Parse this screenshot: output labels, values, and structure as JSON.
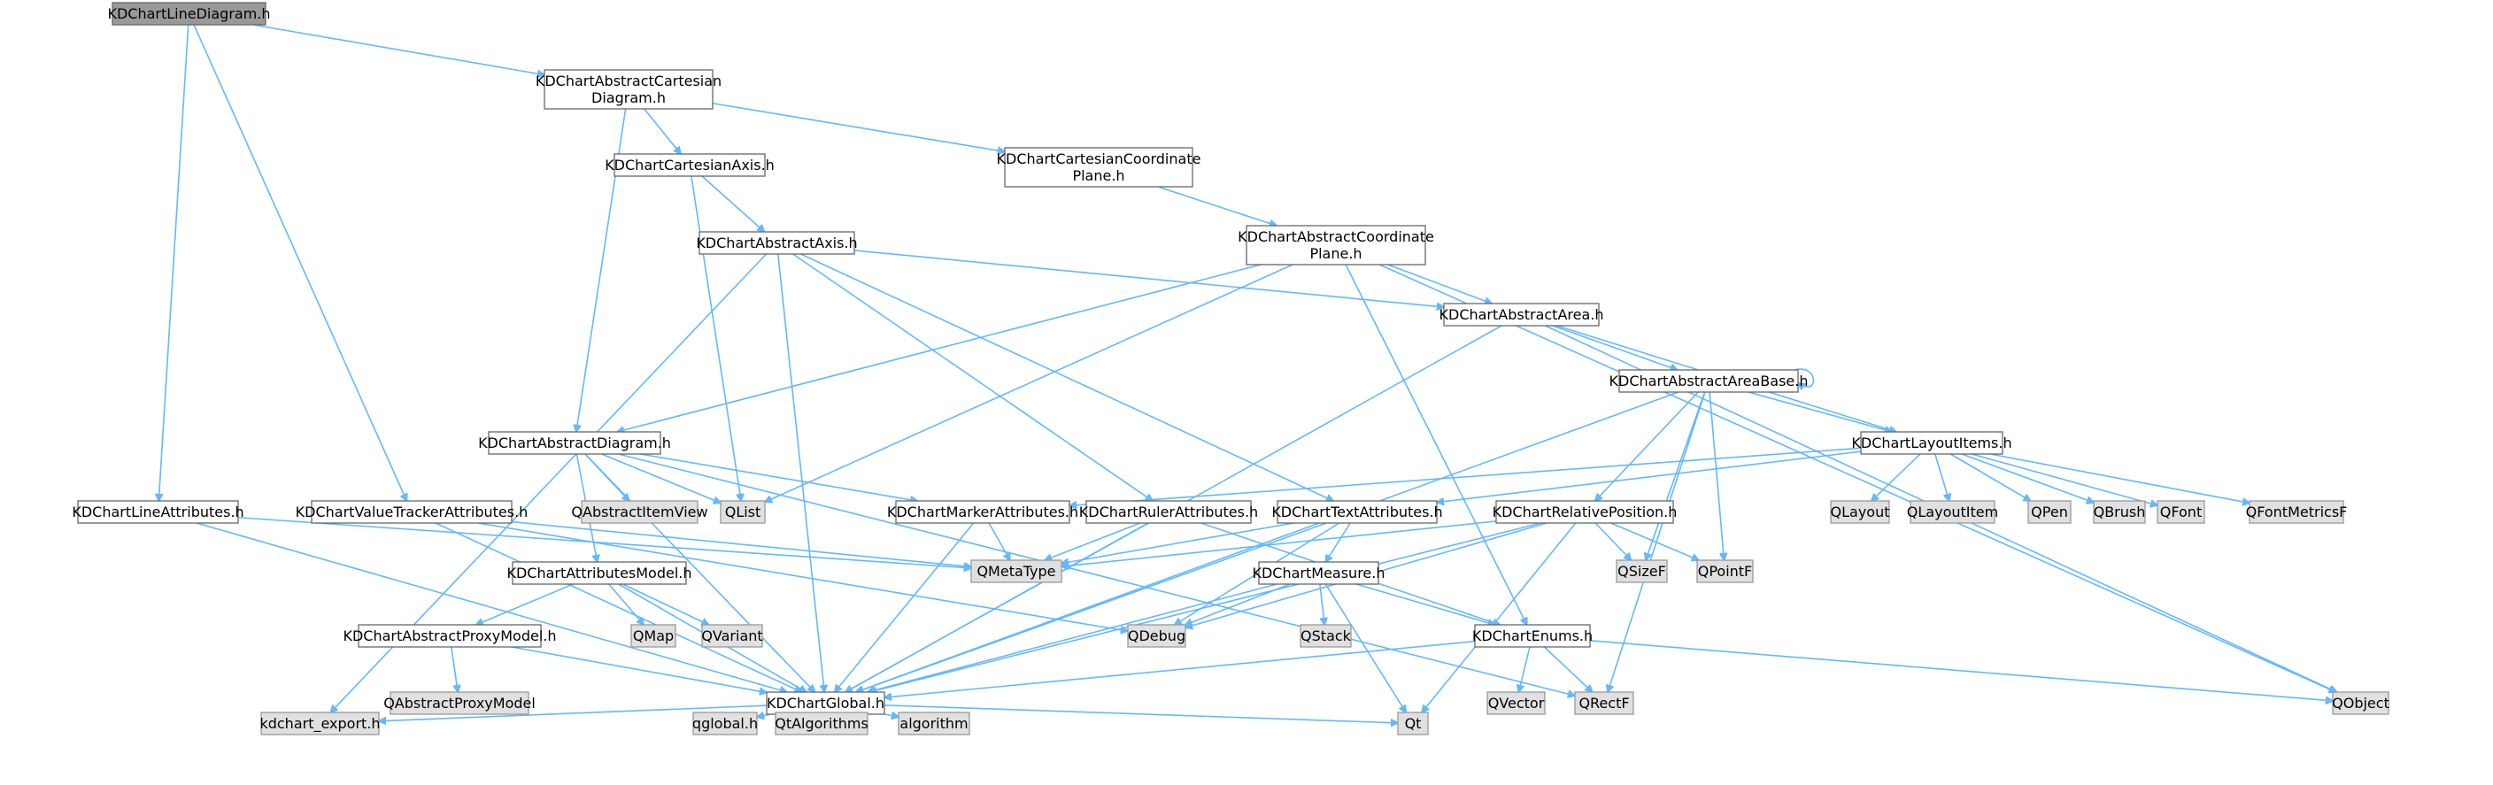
{
  "diagram": {
    "node_style": {
      "root": {
        "fill": "#999999",
        "stroke": "#666666"
      },
      "header": {
        "fill": "#ffffff",
        "stroke": "#666666"
      },
      "external": {
        "fill": "#e0e0e0",
        "stroke": "#999999"
      }
    },
    "edge_color": "#63b8ff",
    "nodes": [
      {
        "id": "root",
        "kind": "root",
        "lines": [
          "KDChartLineDiagram.h"
        ]
      },
      {
        "id": "acd",
        "kind": "header",
        "lines": [
          "KDChartAbstractCartesian",
          "Diagram.h"
        ]
      },
      {
        "id": "cax",
        "kind": "header",
        "lines": [
          "KDChartCartesianAxis.h"
        ]
      },
      {
        "id": "ccp",
        "kind": "header",
        "lines": [
          "KDChartCartesianCoordinate",
          "Plane.h"
        ]
      },
      {
        "id": "aax",
        "kind": "header",
        "lines": [
          "KDChartAbstractAxis.h"
        ]
      },
      {
        "id": "acp",
        "kind": "header",
        "lines": [
          "KDChartAbstractCoordinate",
          "Plane.h"
        ]
      },
      {
        "id": "aar",
        "kind": "header",
        "lines": [
          "KDChartAbstractArea.h"
        ]
      },
      {
        "id": "aab",
        "kind": "header",
        "lines": [
          "KDChartAbstractAreaBase.h"
        ]
      },
      {
        "id": "ad",
        "kind": "header",
        "lines": [
          "KDChartAbstractDiagram.h"
        ]
      },
      {
        "id": "li",
        "kind": "header",
        "lines": [
          "KDChartLayoutItems.h"
        ]
      },
      {
        "id": "la",
        "kind": "header",
        "lines": [
          "KDChartLineAttributes.h"
        ]
      },
      {
        "id": "vta",
        "kind": "header",
        "lines": [
          "KDChartValueTrackerAttributes.h"
        ]
      },
      {
        "id": "qaiv",
        "kind": "external",
        "lines": [
          "QAbstractItemView"
        ]
      },
      {
        "id": "qlist",
        "kind": "external",
        "lines": [
          "QList"
        ]
      },
      {
        "id": "ma",
        "kind": "header",
        "lines": [
          "KDChartMarkerAttributes.h"
        ]
      },
      {
        "id": "ra",
        "kind": "header",
        "lines": [
          "KDChartRulerAttributes.h"
        ]
      },
      {
        "id": "ta",
        "kind": "header",
        "lines": [
          "KDChartTextAttributes.h"
        ]
      },
      {
        "id": "rp",
        "kind": "header",
        "lines": [
          "KDChartRelativePosition.h"
        ]
      },
      {
        "id": "qlayout",
        "kind": "external",
        "lines": [
          "QLayout"
        ]
      },
      {
        "id": "qlayoutitem",
        "kind": "external",
        "lines": [
          "QLayoutItem"
        ]
      },
      {
        "id": "qpen",
        "kind": "external",
        "lines": [
          "QPen"
        ]
      },
      {
        "id": "qbrush",
        "kind": "external",
        "lines": [
          "QBrush"
        ]
      },
      {
        "id": "qfont",
        "kind": "external",
        "lines": [
          "QFont"
        ]
      },
      {
        "id": "qfm",
        "kind": "external",
        "lines": [
          "QFontMetricsF"
        ]
      },
      {
        "id": "am",
        "kind": "header",
        "lines": [
          "KDChartAttributesModel.h"
        ]
      },
      {
        "id": "qmeta",
        "kind": "external",
        "lines": [
          "QMetaType"
        ]
      },
      {
        "id": "qsizef",
        "kind": "external",
        "lines": [
          "QSizeF"
        ]
      },
      {
        "id": "qpointf",
        "kind": "external",
        "lines": [
          "QPointF"
        ]
      },
      {
        "id": "meas",
        "kind": "header",
        "lines": [
          "KDChartMeasure.h"
        ]
      },
      {
        "id": "qmap",
        "kind": "external",
        "lines": [
          "QMap"
        ]
      },
      {
        "id": "qvariant",
        "kind": "external",
        "lines": [
          "QVariant"
        ]
      },
      {
        "id": "apm",
        "kind": "header",
        "lines": [
          "KDChartAbstractProxyModel.h"
        ]
      },
      {
        "id": "qdebug",
        "kind": "external",
        "lines": [
          "QDebug"
        ]
      },
      {
        "id": "qstack",
        "kind": "external",
        "lines": [
          "QStack"
        ]
      },
      {
        "id": "enums",
        "kind": "header",
        "lines": [
          "KDChartEnums.h"
        ]
      },
      {
        "id": "qapm",
        "kind": "external",
        "lines": [
          "QAbstractProxyModel"
        ]
      },
      {
        "id": "global",
        "kind": "header",
        "lines": [
          "KDChartGlobal.h"
        ]
      },
      {
        "id": "qvector",
        "kind": "external",
        "lines": [
          "QVector"
        ]
      },
      {
        "id": "qrectf",
        "kind": "external",
        "lines": [
          "QRectF"
        ]
      },
      {
        "id": "qobject",
        "kind": "external",
        "lines": [
          "QObject"
        ]
      },
      {
        "id": "kexp",
        "kind": "external",
        "lines": [
          "kdchart_export.h"
        ]
      },
      {
        "id": "qglobal",
        "kind": "external",
        "lines": [
          "qglobal.h"
        ]
      },
      {
        "id": "qtalg",
        "kind": "external",
        "lines": [
          "QtAlgorithms"
        ]
      },
      {
        "id": "alg",
        "kind": "external",
        "lines": [
          "algorithm"
        ]
      },
      {
        "id": "qt",
        "kind": "external",
        "lines": [
          "Qt"
        ]
      }
    ],
    "edges": [
      [
        "root",
        "acd"
      ],
      [
        "root",
        "la"
      ],
      [
        "root",
        "vta"
      ],
      [
        "acd",
        "cax"
      ],
      [
        "acd",
        "ccp"
      ],
      [
        "acd",
        "ad"
      ],
      [
        "cax",
        "aax"
      ],
      [
        "cax",
        "qlist"
      ],
      [
        "ccp",
        "acp"
      ],
      [
        "aax",
        "aar"
      ],
      [
        "aax",
        "ra"
      ],
      [
        "aax",
        "ta"
      ],
      [
        "aax",
        "global"
      ],
      [
        "aax",
        "kexp"
      ],
      [
        "acp",
        "aar"
      ],
      [
        "acp",
        "ad"
      ],
      [
        "acp",
        "qlist"
      ],
      [
        "acp",
        "enums"
      ],
      [
        "acp",
        "qobject"
      ],
      [
        "aar",
        "aab"
      ],
      [
        "aar",
        "li"
      ],
      [
        "aar",
        "global"
      ],
      [
        "aar",
        "qobject"
      ],
      [
        "aab",
        "aab"
      ],
      [
        "aab",
        "li"
      ],
      [
        "aab",
        "rp"
      ],
      [
        "aab",
        "global"
      ],
      [
        "aab",
        "qsizef"
      ],
      [
        "aab",
        "qpointf"
      ],
      [
        "aab",
        "qrectf"
      ],
      [
        "ad",
        "qaiv"
      ],
      [
        "ad",
        "qlist"
      ],
      [
        "ad",
        "ma"
      ],
      [
        "ad",
        "am"
      ],
      [
        "ad",
        "global"
      ],
      [
        "ad",
        "qrectf"
      ],
      [
        "li",
        "ma"
      ],
      [
        "li",
        "ta"
      ],
      [
        "li",
        "qlayout"
      ],
      [
        "li",
        "qlayoutitem"
      ],
      [
        "li",
        "qpen"
      ],
      [
        "li",
        "qbrush"
      ],
      [
        "li",
        "qfont"
      ],
      [
        "li",
        "qfm"
      ],
      [
        "la",
        "qmeta"
      ],
      [
        "la",
        "global"
      ],
      [
        "vta",
        "qmeta"
      ],
      [
        "vta",
        "qdebug"
      ],
      [
        "vta",
        "global"
      ],
      [
        "ma",
        "qmeta"
      ],
      [
        "ma",
        "global"
      ],
      [
        "ra",
        "qmeta"
      ],
      [
        "ra",
        "global"
      ],
      [
        "ra",
        "enums"
      ],
      [
        "ta",
        "meas"
      ],
      [
        "ta",
        "qmeta"
      ],
      [
        "ta",
        "qdebug"
      ],
      [
        "ta",
        "global"
      ],
      [
        "rp",
        "qsizef"
      ],
      [
        "rp",
        "qpointf"
      ],
      [
        "rp",
        "qmeta"
      ],
      [
        "rp",
        "qdebug"
      ],
      [
        "rp",
        "global"
      ],
      [
        "rp",
        "qt"
      ],
      [
        "am",
        "apm"
      ],
      [
        "am",
        "qmap"
      ],
      [
        "am",
        "qvariant"
      ],
      [
        "am",
        "global"
      ],
      [
        "meas",
        "qdebug"
      ],
      [
        "meas",
        "qstack"
      ],
      [
        "meas",
        "enums"
      ],
      [
        "meas",
        "global"
      ],
      [
        "meas",
        "qt"
      ],
      [
        "apm",
        "qapm"
      ],
      [
        "apm",
        "global"
      ],
      [
        "enums",
        "qvector"
      ],
      [
        "enums",
        "qrectf"
      ],
      [
        "enums",
        "qobject"
      ],
      [
        "enums",
        "global"
      ],
      [
        "global",
        "kexp"
      ],
      [
        "global",
        "qglobal"
      ],
      [
        "global",
        "qtalg"
      ],
      [
        "global",
        "alg"
      ],
      [
        "global",
        "qt"
      ]
    ]
  }
}
